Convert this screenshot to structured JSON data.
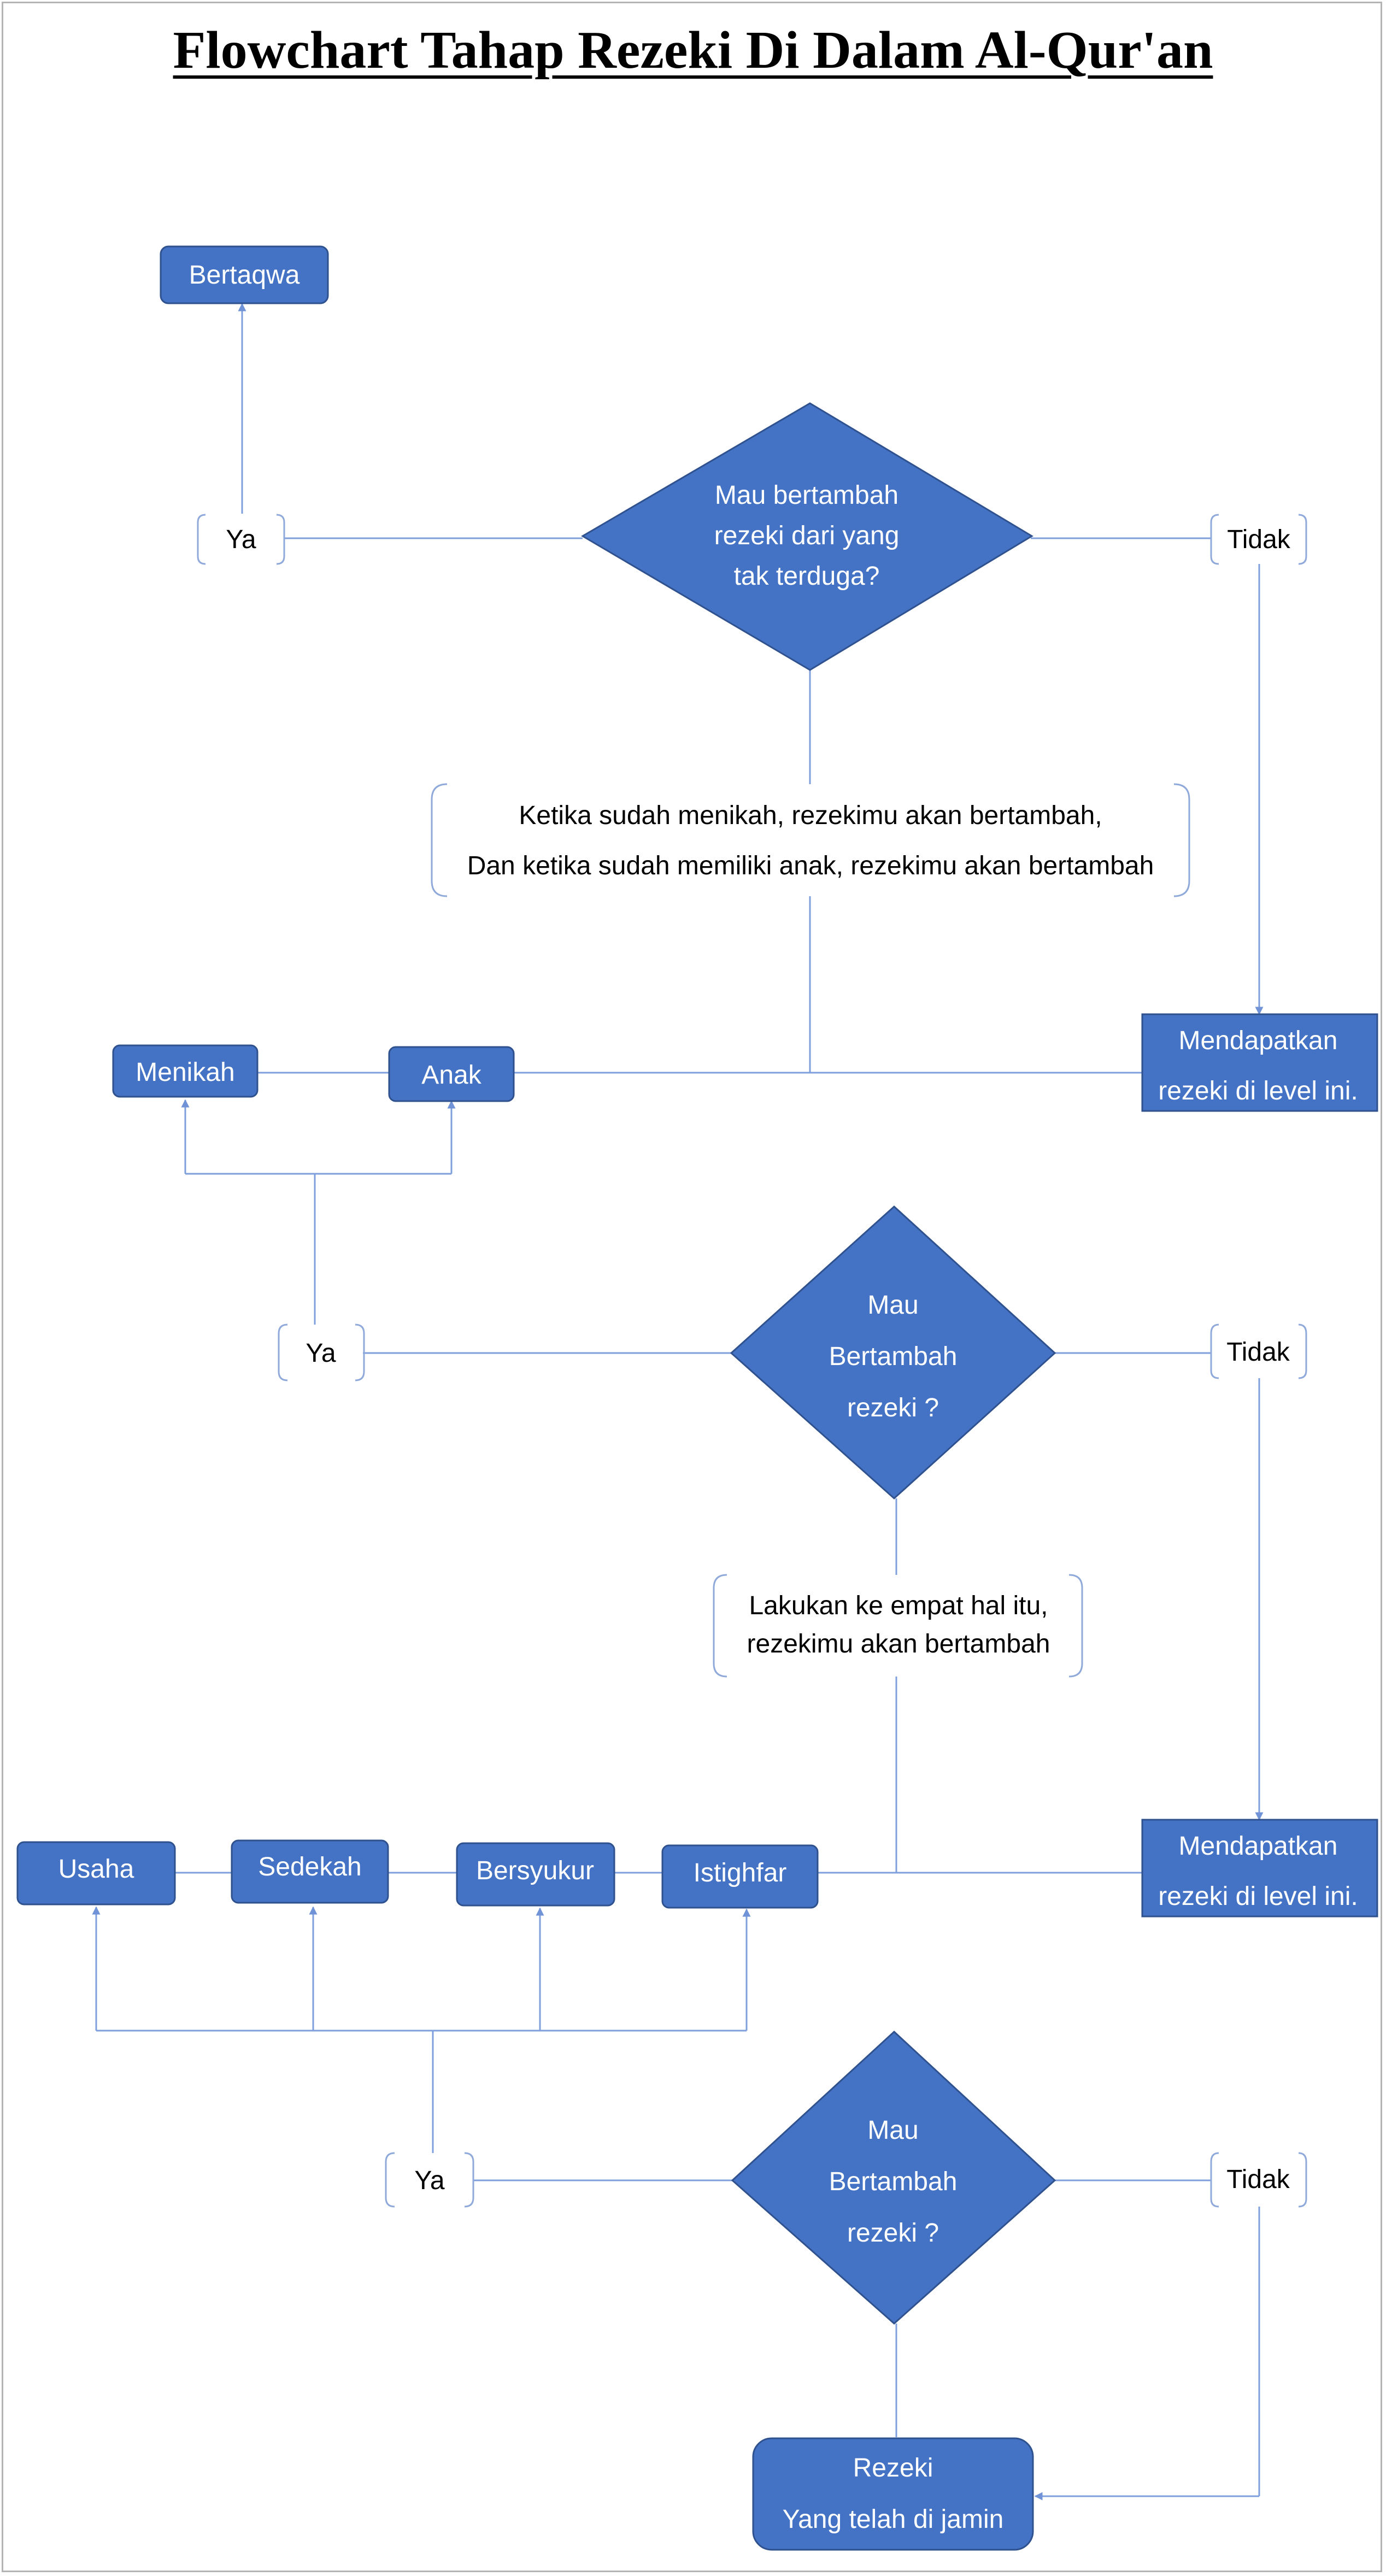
{
  "title": "Flowchart Tahap Rezeki Di Dalam Al-Qur'an",
  "colors": {
    "fill": "#4472c4",
    "stroke": "#2f528f",
    "line": "#7f9fdc",
    "bracket": "#8fa9da"
  },
  "nodes": {
    "bertaqwa": "Bertaqwa",
    "q1": [
      "Mau bertambah",
      "rezeki dari yang",
      "tak terduga?"
    ],
    "ya1": "Ya",
    "tidak1": "Tidak",
    "note1": [
      "Ketika sudah menikah, rezekimu akan bertambah,",
      "Dan ketika sudah memiliki anak, rezekimu akan bertambah"
    ],
    "menikah": "Menikah",
    "anak": "Anak",
    "level1": [
      "Mendapatkan",
      "rezeki di level ini."
    ],
    "q2": [
      "Mau",
      "Bertambah",
      "rezeki ?"
    ],
    "ya2": "Ya",
    "tidak2": "Tidak",
    "note2": [
      "Lakukan ke empat hal itu,",
      "rezekimu akan bertambah"
    ],
    "usaha": "Usaha",
    "sedekah": "Sedekah",
    "bersyukur": "Bersyukur",
    "istighfar": "Istighfar",
    "level2": [
      "Mendapatkan",
      "rezeki di level ini."
    ],
    "q3": [
      "Mau",
      "Bertambah",
      "rezeki ?"
    ],
    "ya3": "Ya",
    "tidak3": "Tidak",
    "final": [
      "Rezeki",
      "Yang telah di jamin"
    ]
  }
}
